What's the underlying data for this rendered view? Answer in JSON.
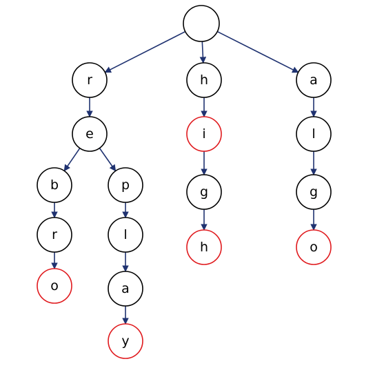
{
  "colors": {
    "edge": "#1f3270",
    "node_stroke": "#000000",
    "terminal_stroke": "#e0191d",
    "background": "#ffffff"
  },
  "tree": {
    "nodes": [
      {
        "id": "root",
        "label": "",
        "terminal": false
      },
      {
        "id": "r1",
        "label": "r",
        "terminal": false
      },
      {
        "id": "e1",
        "label": "e",
        "terminal": false
      },
      {
        "id": "b1",
        "label": "b",
        "terminal": false
      },
      {
        "id": "r2",
        "label": "r",
        "terminal": false
      },
      {
        "id": "o1",
        "label": "o",
        "terminal": true
      },
      {
        "id": "p1",
        "label": "p",
        "terminal": false
      },
      {
        "id": "l1",
        "label": "l",
        "terminal": false
      },
      {
        "id": "a1",
        "label": "a",
        "terminal": false
      },
      {
        "id": "y1",
        "label": "y",
        "terminal": true
      },
      {
        "id": "h1",
        "label": "h",
        "terminal": false
      },
      {
        "id": "i1",
        "label": "i",
        "terminal": true
      },
      {
        "id": "g1",
        "label": "g",
        "terminal": false
      },
      {
        "id": "h2",
        "label": "h",
        "terminal": true
      },
      {
        "id": "a2",
        "label": "a",
        "terminal": false
      },
      {
        "id": "l2",
        "label": "l",
        "terminal": false
      },
      {
        "id": "g2",
        "label": "g",
        "terminal": false
      },
      {
        "id": "o2",
        "label": "o",
        "terminal": true
      }
    ],
    "edges": [
      [
        "root",
        "r1"
      ],
      [
        "root",
        "h1"
      ],
      [
        "root",
        "a2"
      ],
      [
        "r1",
        "e1"
      ],
      [
        "e1",
        "b1"
      ],
      [
        "e1",
        "p1"
      ],
      [
        "b1",
        "r2"
      ],
      [
        "r2",
        "o1"
      ],
      [
        "p1",
        "l1"
      ],
      [
        "l1",
        "a1"
      ],
      [
        "a1",
        "y1"
      ],
      [
        "h1",
        "i1"
      ],
      [
        "i1",
        "g1"
      ],
      [
        "g1",
        "h2"
      ],
      [
        "a2",
        "l2"
      ],
      [
        "l2",
        "g2"
      ],
      [
        "g2",
        "o2"
      ]
    ]
  }
}
